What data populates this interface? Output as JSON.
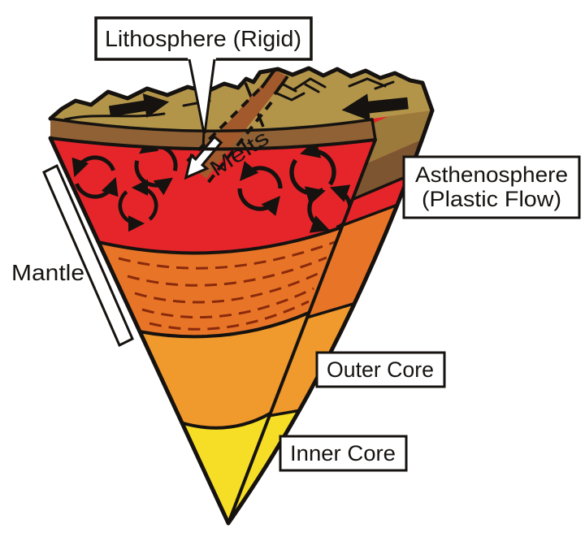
{
  "diagram": {
    "labels": {
      "lithosphere": "Lithosphere (Rigid)",
      "asthenosphere_line1": "Asthenosphere",
      "asthenosphere_line2": "(Plastic Flow)",
      "mantle": "Mantle",
      "melts": "Melts",
      "outer_core": "Outer Core",
      "inner_core": "Inner Core"
    },
    "colors": {
      "crust_top": "#b3954a",
      "crust_front": "#8f6134",
      "crust_side_top": "#9b7a3c",
      "crust_side_front": "#7d5530",
      "asthenosphere": "#e6252a",
      "upper_mantle": "#e87527",
      "outer_core": "#f0992c",
      "inner_core": "#f6de26",
      "melt_slab": "#a2592c",
      "streak": "#8a2a0c",
      "outline": "#15120f",
      "label_background": "#ffffff"
    }
  }
}
